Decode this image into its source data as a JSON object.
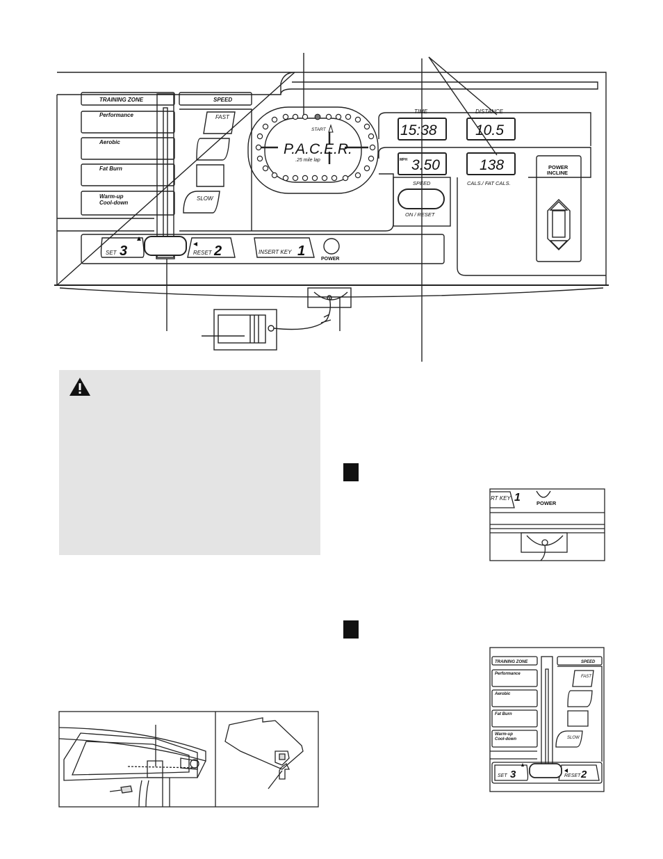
{
  "console": {
    "training_zone_header": "TRAINING ZONE",
    "speed_header": "SPEED",
    "zones": [
      "Performance",
      "Aerobic",
      "Fat Burn",
      "Warm-up",
      "Cool-down"
    ],
    "speed_buttons": {
      "fast": "FAST",
      "slow": "SLOW"
    },
    "pacer": {
      "start": "START",
      "logo": "P.A.C.E.R.",
      "lap": ".25 mile lap"
    },
    "displays": {
      "time_label": "TIME",
      "time_value": "15:38",
      "distance_label": "DISTANCE",
      "distance_value": "10.5",
      "mph_label": "MPH",
      "speed_value": "3.50",
      "calories_value": "138",
      "calories_label": "CALS./ FAT CALS."
    },
    "speed_key": {
      "label": "SPEED",
      "caption": "ON / RESET"
    },
    "incline": {
      "label_line1": "POWER",
      "label_line2": "INCLINE"
    },
    "keys": {
      "set_label": "SET",
      "set_number": "3",
      "reset_label": "RESET",
      "reset_number": "2",
      "insert_key_label": "INSERT KEY",
      "insert_key_number": "1",
      "power_label": "POWER"
    }
  },
  "step1_inset": {
    "key_text": "RT KEY",
    "key_number": "1",
    "power_label": "POWER"
  },
  "step2_inset": {
    "training_zone_header": "TRAINING ZONE",
    "speed_header": "SPEED",
    "zones": [
      "Performance",
      "Aerobic",
      "Fat Burn",
      "Warm-up",
      "Cool-down"
    ],
    "fast": "FAST",
    "slow": "SLOW",
    "set_label": "SET",
    "set_number": "3",
    "reset_label": "RESET",
    "reset_number": "2"
  }
}
